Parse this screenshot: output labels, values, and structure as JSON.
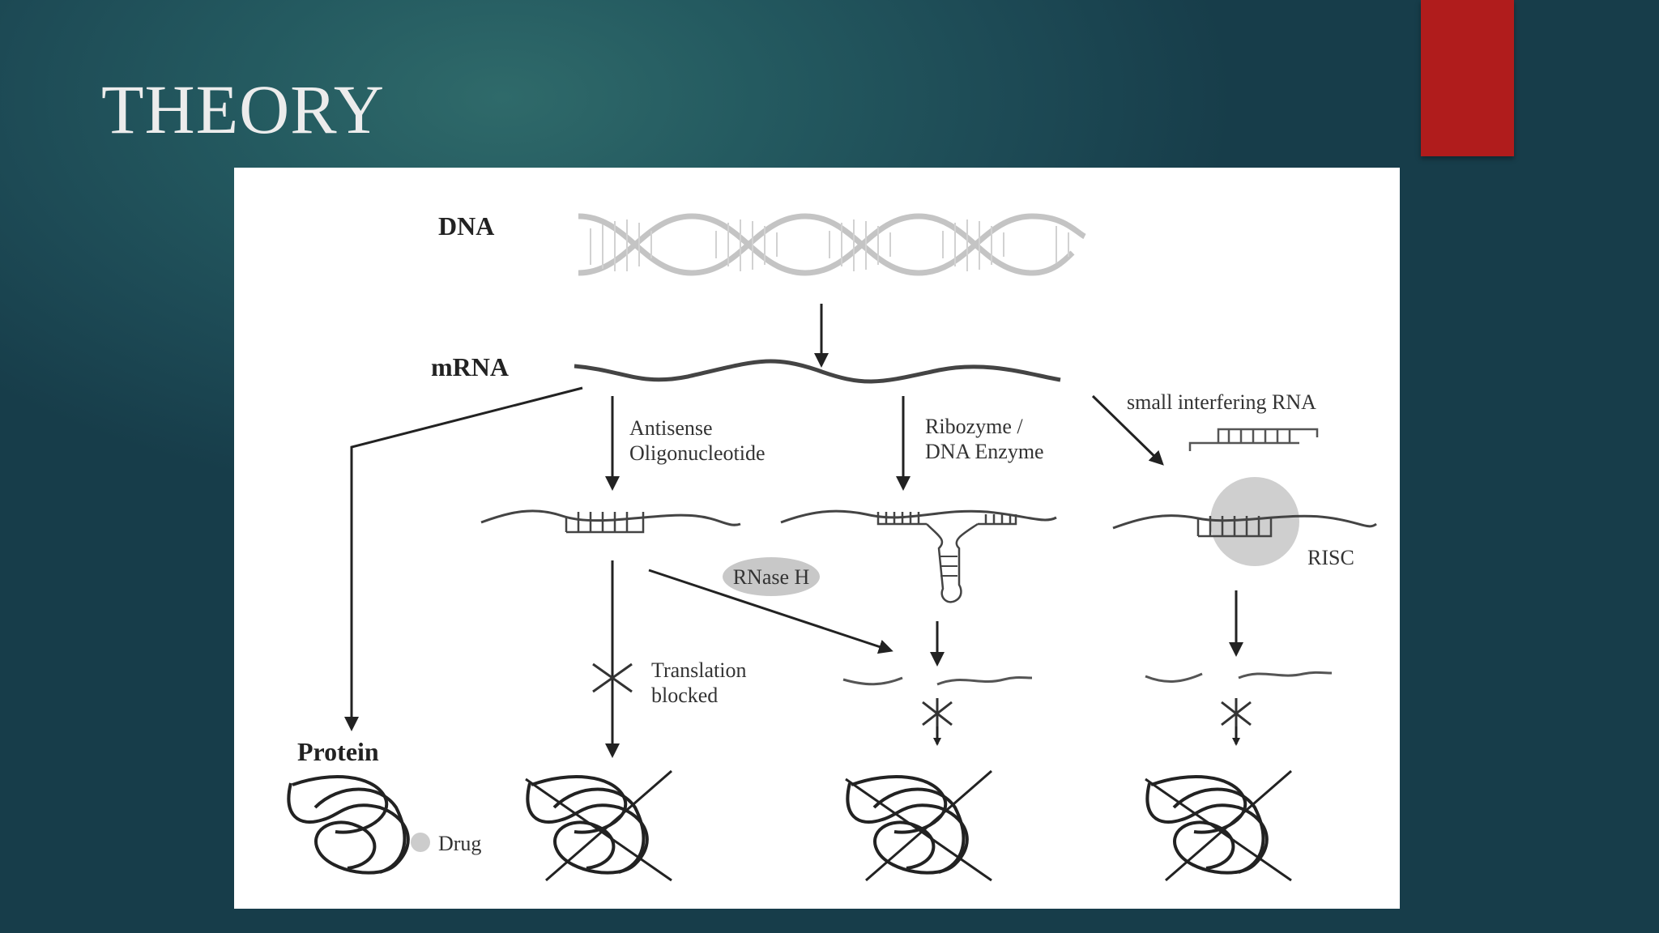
{
  "slide": {
    "title": "THEORY",
    "accent_color": "#b01c1c"
  },
  "diagram": {
    "labels": {
      "dna": "DNA",
      "mrna": "mRNA",
      "antisense_line1": "Antisense",
      "antisense_line2": "Oligonucleotide",
      "ribozyme_line1": "Ribozyme /",
      "ribozyme_line2": "DNA Enzyme",
      "sirna": "small interfering RNA",
      "risc": "RISC",
      "rnase_h": "RNase H",
      "translation_line1": "Translation",
      "translation_line2": "blocked",
      "protein": "Protein",
      "drug": "Drug"
    }
  }
}
